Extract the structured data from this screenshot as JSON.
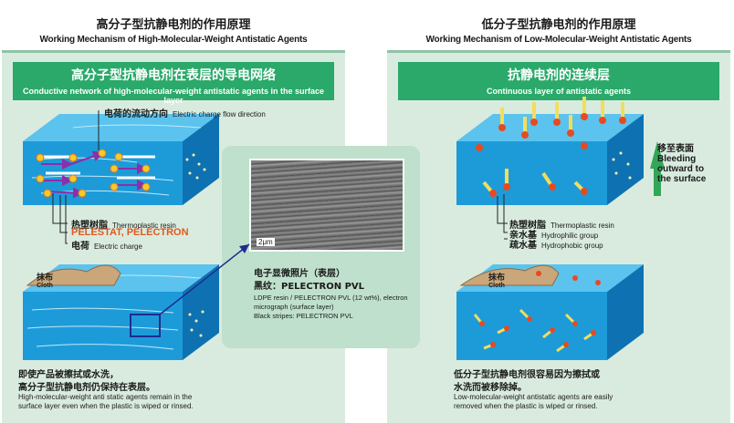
{
  "left": {
    "title_zh": "高分子型抗静电剂的作用原理",
    "title_en": "Working Mechanism of High-Molecular-Weight Antistatic Agents",
    "section_zh": "高分子型抗静电剂在表层的导电网络",
    "section_en": "Conductive network of high-molecular-weight antistatic agents in the surface layer",
    "flow_zh": "电荷的流动方向",
    "flow_en": "Electric charge flow direction",
    "resin_zh": "热塑树脂",
    "resin_en": "Thermoplastic resin",
    "pelestat": "PELESTAT, PELECTRON",
    "charge_zh": "电荷",
    "charge_en": "Electric charge",
    "cloth_zh": "抹布",
    "cloth_en": "Cloth",
    "caption_zh_1": "即使产品被擦拭或水洗，",
    "caption_zh_2": "高分子型抗静电剂仍保持在表层。",
    "caption_en_1": "High-molecular-weight anti static agents remain in the",
    "caption_en_2": "surface layer even when the plastic is wiped or rinsed."
  },
  "middle": {
    "scale": "2μm",
    "title_zh": "电子显微照片（表层）",
    "subtitle": "黑纹：PELECTRON PVL",
    "desc_1": "LDPE resin / PELECTRON PVL (12 wt%), electron",
    "desc_2": "micrograph (surface layer)",
    "desc_3": "Black stripes: PELECTRON PVL"
  },
  "right": {
    "title_zh": "低分子型抗静电剂的作用原理",
    "title_en": "Working Mechanism of Low-Molecular-Weight Antistatic Agents",
    "section_zh": "抗静电剂的连续层",
    "section_en": "Continuous layer of antistatic agents",
    "bleed_zh": "移至表面",
    "bleed_en_1": "Bleeding",
    "bleed_en_2": "outward to",
    "bleed_en_3": "the surface",
    "resin_zh": "热塑树脂",
    "resin_en": "Thermoplastic resin",
    "hydrophilic_zh": "亲水基",
    "hydrophilic_en": "Hydrophilic group",
    "hydrophobic_zh": "疏水基",
    "hydrophobic_en": "Hydrophobic group",
    "cloth_zh": "抹布",
    "cloth_en": "Cloth",
    "caption_zh_1": "低分子型抗静电剂很容易因为擦拭或",
    "caption_zh_2": "水洗而被移除掉。",
    "caption_en_1": "Low-molecular-weight antistatic agents are easily",
    "caption_en_2": "removed when the plastic is wiped or rinsed."
  },
  "colors": {
    "panel_bg": "#d9ebdf",
    "title_bar": "#2aa96a",
    "block_top": "#5bc3ee",
    "block_front": "#1d9bd9",
    "block_side": "#0e72b2",
    "pelestat_orange": "#e2591d",
    "arrow_green": "#33a657"
  }
}
